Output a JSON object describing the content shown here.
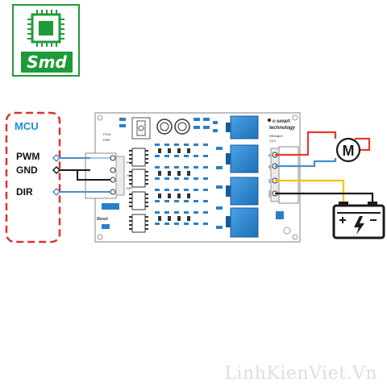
{
  "logo": {
    "text": "Smd"
  },
  "mcu": {
    "title": "MCU",
    "pins": {
      "pwm": "PWM",
      "gnd": "GND",
      "dir": "DIR"
    }
  },
  "board": {
    "brand_line1": "c-smart",
    "brand_line2": "technology",
    "model": "HBridge4",
    "version": "V3.0",
    "reset_label": "Reset",
    "pow_label": "POW",
    "err_label": "ERR",
    "input_pins": [
      "PWM",
      "GND",
      "DIR"
    ],
    "output_pins": [
      "M-",
      "M+",
      "HV",
      "GND"
    ]
  },
  "motor": {
    "symbol": "M"
  },
  "watermark": {
    "text": "LinhKienViet.Vn"
  },
  "colors": {
    "mcu_border": "#e03030",
    "mcu_title": "#1b8fd6",
    "wire_red": "#e63a2e",
    "wire_blue": "#4a8fc8",
    "wire_yellow": "#f2c400",
    "wire_black": "#1a1a1a",
    "chip_blue": "#2a7fc9",
    "logo_green": "#1f9a3a"
  }
}
